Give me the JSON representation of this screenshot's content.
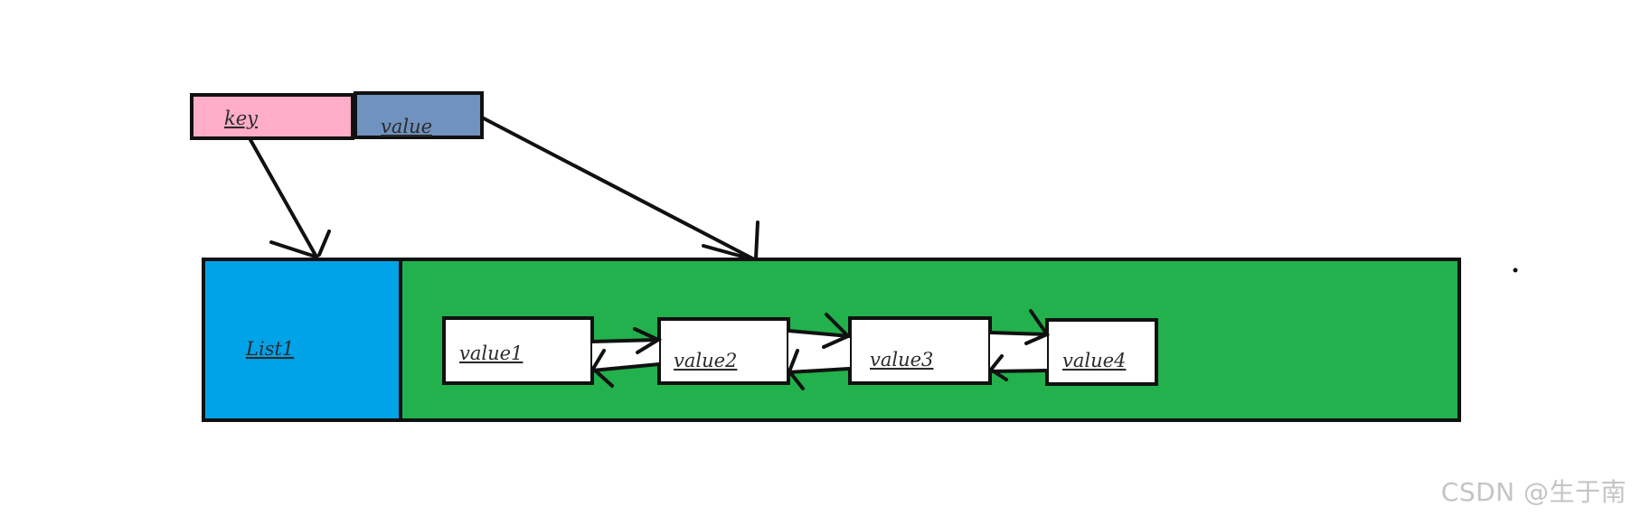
{
  "diagram": {
    "key_label": "key",
    "value_label": "value",
    "list_label": "List1",
    "nodes": [
      "value1",
      "value2",
      "value3",
      "value4"
    ],
    "colors": {
      "key_fill": "#ffadc9",
      "value_fill": "#7092bf",
      "list_fill": "#00a2e8",
      "container_fill": "#22b14c",
      "node_fill": "#ffffff",
      "stroke": "#111111"
    }
  },
  "watermark": "CSDN @生于南"
}
